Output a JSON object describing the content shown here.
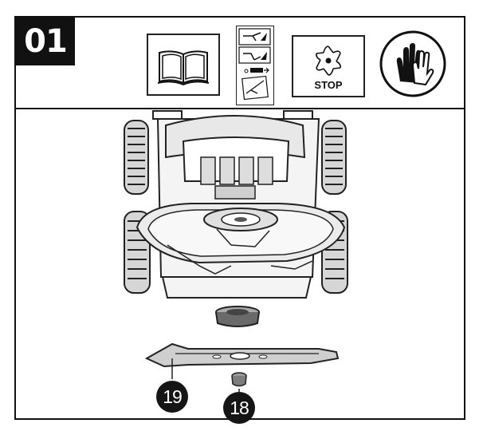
{
  "step": {
    "number": "01"
  },
  "safety_icons": [
    {
      "name": "manual-book-icon"
    },
    {
      "name": "warning-steps-icon"
    },
    {
      "name": "blade-stop-icon",
      "label": "STOP"
    },
    {
      "name": "gloves-icon"
    }
  ],
  "parts": {
    "blade_callout": "19",
    "nut_callout": "18"
  },
  "colors": {
    "ink": "#111111",
    "shade": "#d6d6d6"
  }
}
